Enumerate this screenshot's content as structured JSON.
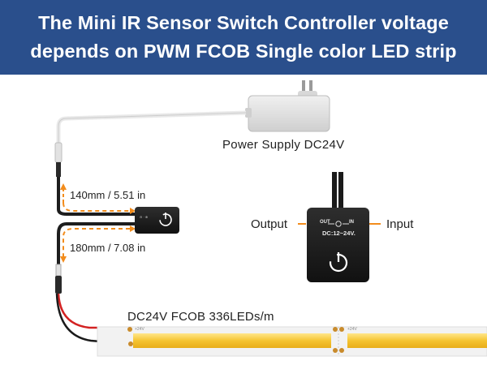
{
  "title": {
    "line1": "The Mini IR Sensor Switch Controller voltage",
    "line2": "depends on PWM FCOB Single color LED strip"
  },
  "labels": {
    "power_supply": "Power Supply DC24V",
    "cable_top": "140mm / 5.51 in",
    "cable_bottom": "180mm / 7.08 in",
    "output": "Output",
    "input": "Input",
    "strip": "DC24V FCOB 336LEDs/m"
  },
  "controller_markings": {
    "out": "OUT",
    "in": "IN",
    "voltage": "DC:12~24V."
  },
  "strip_markings": {
    "pad_label": "+24V"
  },
  "colors": {
    "banner": "#2a4f8c",
    "dimension_arrows": "#f28c1c",
    "led_glow": "#f5c431",
    "controller": "#1c1c1c",
    "adapter": "#e4e4e4"
  },
  "icons": [
    "power-touch-icon",
    "dc-connector-icon",
    "plug-icon"
  ]
}
